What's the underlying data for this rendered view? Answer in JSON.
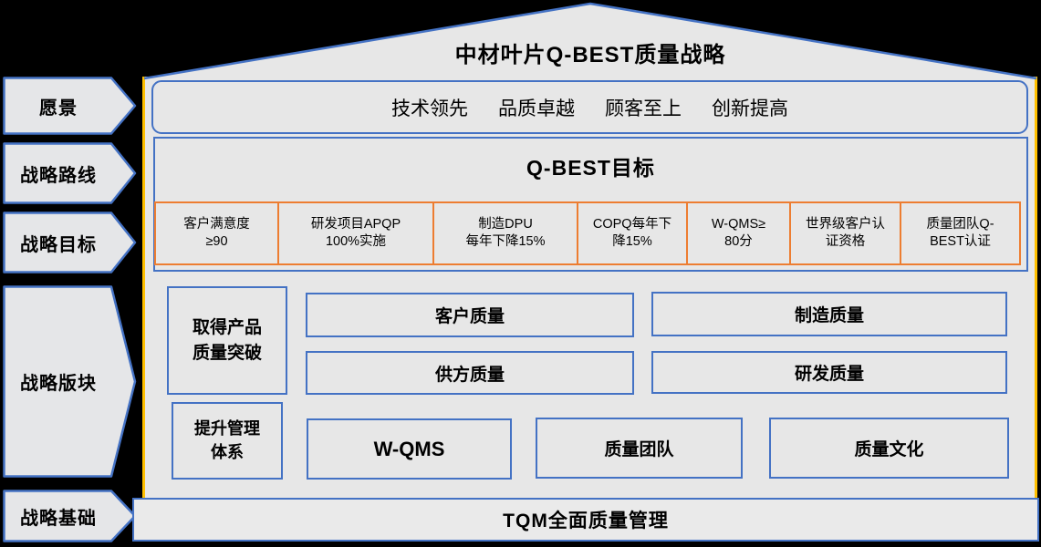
{
  "title": "中材叶片Q-BEST质量战略",
  "sidebar": {
    "items": [
      {
        "label": "愿景"
      },
      {
        "label": "战略路线"
      },
      {
        "label": "战略目标"
      },
      {
        "label": "战略版块"
      },
      {
        "label": "战略基础"
      }
    ]
  },
  "vision": {
    "phrases": [
      "技术领先",
      "品质卓越",
      "顾客至上",
      "创新提高"
    ]
  },
  "goals": {
    "title": "Q-BEST目标",
    "items": [
      {
        "line1": "客户满意度",
        "line2": "≥90"
      },
      {
        "line1": "研发项目APQP",
        "line2": "100%实施"
      },
      {
        "line1": "制造DPU",
        "line2": "每年下降15%"
      },
      {
        "line1": "COPQ每年下",
        "line2": "降15%"
      },
      {
        "line1": "W-QMS≥",
        "line2": "80分"
      },
      {
        "line1": "世界级客户认",
        "line2": "证资格"
      },
      {
        "line1": "质量团队Q-",
        "line2": "BEST认证"
      }
    ]
  },
  "blocks": {
    "breakthrough": {
      "line1": "取得产品",
      "line2": "质量突破"
    },
    "customer": "客户质量",
    "manufacturing": "制造质量",
    "supplier": "供方质量",
    "rnd": "研发质量",
    "system": {
      "line1": "提升管理",
      "line2": "体系"
    },
    "wqms": "W-QMS",
    "team": "质量团队",
    "culture": "质量文化"
  },
  "foundation": {
    "label": "TQM全面质量管理"
  },
  "colors": {
    "background": "#000000",
    "panel_gray": "#E7E7E7",
    "accent_blue": "#4472C4",
    "accent_orange": "#ED7D31",
    "accent_yellow": "#FFC000"
  }
}
